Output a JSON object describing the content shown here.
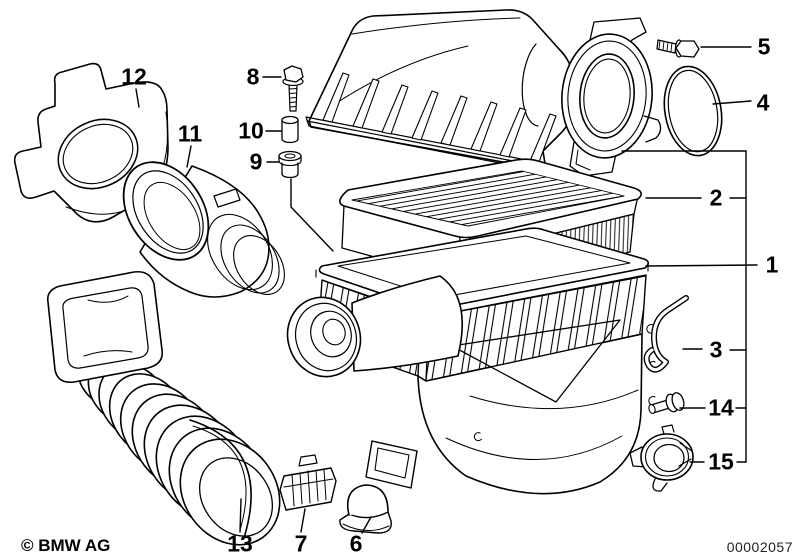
{
  "figure": {
    "copyright": "© BMW AG",
    "drawing_number": "00002057"
  },
  "colors": {
    "background": "#ffffff",
    "line": "#000000"
  },
  "callouts": [
    {
      "label": "1"
    },
    {
      "label": "2"
    },
    {
      "label": "3"
    },
    {
      "label": "4"
    },
    {
      "label": "5"
    },
    {
      "label": "6"
    },
    {
      "label": "7"
    },
    {
      "label": "8"
    },
    {
      "label": "9"
    },
    {
      "label": "10"
    },
    {
      "label": "11"
    },
    {
      "label": "12"
    },
    {
      "label": "13"
    },
    {
      "label": "14"
    },
    {
      "label": "15"
    }
  ]
}
